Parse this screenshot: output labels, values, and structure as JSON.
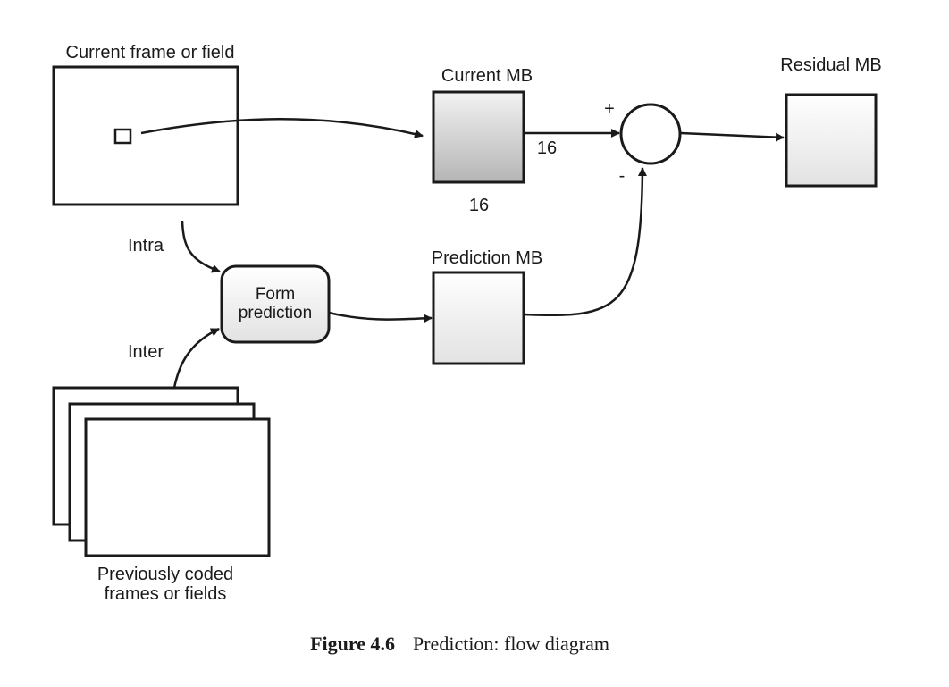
{
  "labels": {
    "current_frame": "Current frame or field",
    "current_mb": "Current MB",
    "residual_mb": "Residual MB",
    "prediction_mb": "Prediction MB",
    "intra": "Intra",
    "inter": "Inter",
    "form_prediction_line1": "Form",
    "form_prediction_line2": "prediction",
    "previously_coded_line1": "Previously coded",
    "previously_coded_line2": "frames or fields",
    "mb_width": "16",
    "mb_height": "16",
    "plus_sign": "+",
    "minus_sign": "-"
  },
  "caption": {
    "number": "Figure 4.6",
    "text": "Prediction: flow diagram"
  }
}
